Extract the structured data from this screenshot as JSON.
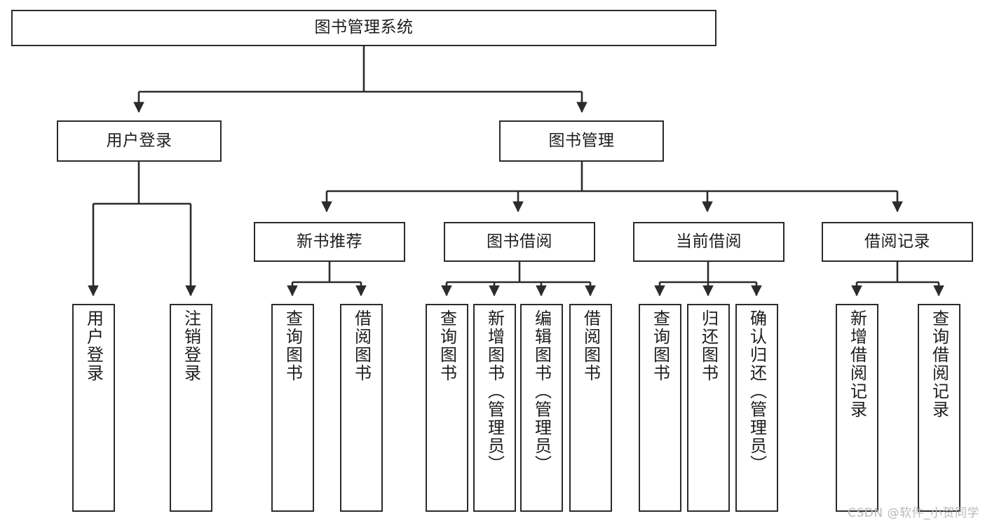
{
  "diagram": {
    "title": "图书管理系统",
    "watermark": "CSDN @软件_小贺同学",
    "colors": {
      "stroke": "#2b2b2b",
      "fill": "#ffffff",
      "text": "#1d1d1d",
      "watermark": "#b9b9b9"
    },
    "levels": {
      "root": {
        "label": "图书管理系统"
      },
      "level1": [
        {
          "label": "用户登录"
        },
        {
          "label": "图书管理"
        }
      ],
      "level2": [
        {
          "label": "新书推荐"
        },
        {
          "label": "图书借阅"
        },
        {
          "label": "当前借阅"
        },
        {
          "label": "借阅记录"
        }
      ],
      "leaves_user_login": [
        {
          "label": "用户登录"
        },
        {
          "label": "注销登录"
        }
      ],
      "leaves_new_books": [
        {
          "label": "查询图书"
        },
        {
          "label": "借阅图书"
        }
      ],
      "leaves_borrow": [
        {
          "label": "查询图书"
        },
        {
          "label": "新增图书（管理员）"
        },
        {
          "label": "编辑图书（管理员）"
        },
        {
          "label": "借阅图书"
        }
      ],
      "leaves_current": [
        {
          "label": "查询图书"
        },
        {
          "label": "归还图书"
        },
        {
          "label": "确认归还（管理员）"
        }
      ],
      "leaves_records": [
        {
          "label": "新增借阅记录"
        },
        {
          "label": "查询借阅记录"
        }
      ]
    }
  }
}
